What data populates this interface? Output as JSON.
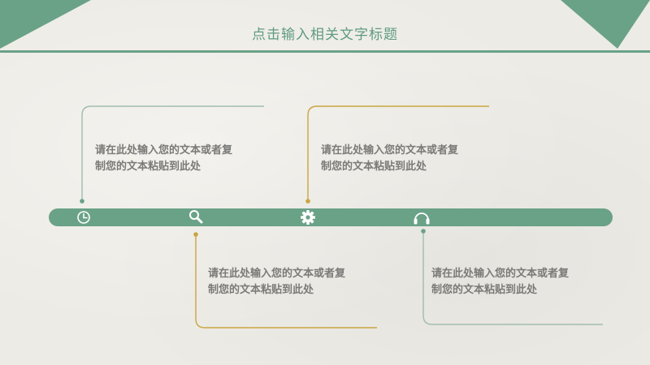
{
  "slide": {
    "title": "点击输入相关文字标题",
    "blocks": [
      {
        "line1": "请在此处输入您的文本或者复",
        "line2": "制您的文本粘贴到此处"
      },
      {
        "line1": "请在此处输入您的文本或者复",
        "line2": "制您的文本粘贴到此处"
      },
      {
        "line1": "请在此处输入您的文本或者复",
        "line2": "制您的文本粘贴到此处"
      },
      {
        "line1": "请在此处输入您的文本或者复",
        "line2": "制您的文本粘贴到此处"
      }
    ]
  },
  "icons": [
    "clock-icon",
    "search-icon",
    "gear-icon",
    "headphones-icon"
  ],
  "colors": {
    "green": "#6aa287",
    "gold": "#c9a641",
    "gray_line": "#9fbdb0",
    "text": "#7a7a78",
    "background": "#edebe5"
  }
}
